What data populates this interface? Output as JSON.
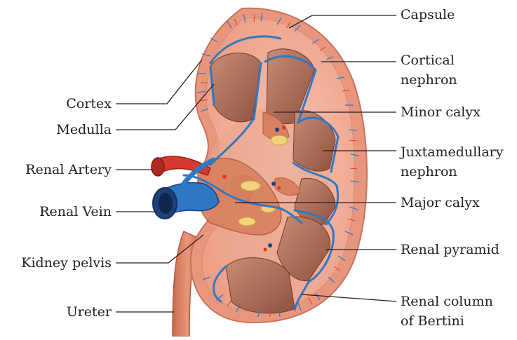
{
  "labels": {
    "capsule": "Capsule",
    "cortical_nephron_1": "Cortical",
    "cortical_nephron_2": "nephron",
    "minor_calyx": "Minor calyx",
    "juxtamedullary_1": "Juxtamedullary",
    "juxtamedullary_2": "nephron",
    "major_calyx": "Major calyx",
    "renal_pyramid": "Renal pyramid",
    "renal_column_1": "Renal column",
    "renal_column_2": "of Bertini",
    "cortex": "Cortex",
    "medulla": "Medulla",
    "renal_artery": "Renal Artery",
    "renal_vein": "Renal Vein",
    "kidney_pelvis": "Kidney pelvis",
    "ureter": "Ureter"
  },
  "colors": {
    "capsule": "#e9967f",
    "cortex": "#f4b4a0",
    "medulla_pyramid": "#b0705a",
    "pelvis": "#d9805f",
    "artery": "#d63a2e",
    "vein": "#2f78c4",
    "vein_dark": "#1d3f7a",
    "fat": "#f2d27a",
    "leader": "#231f20"
  }
}
